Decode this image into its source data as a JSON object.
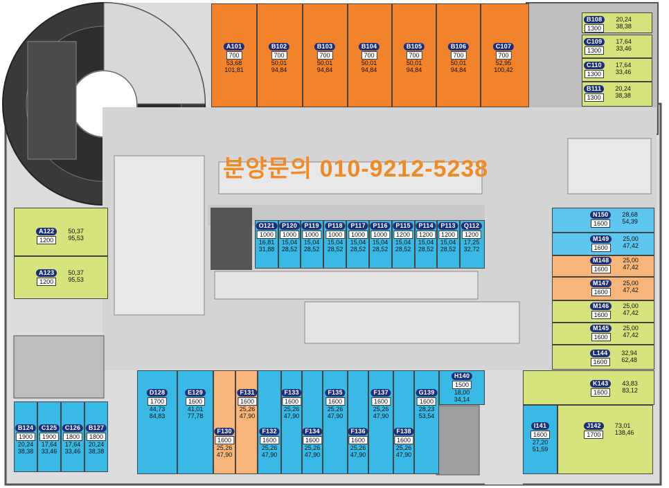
{
  "colors": {
    "orange": "#f3832a",
    "light_orange": "#f8b57a",
    "lime": "#d6e27c",
    "blue": "#39b9e6",
    "light_blue": "#5cc6ee",
    "floor": "#dcdcdc",
    "wall": "#555555",
    "banner": "#f08a24"
  },
  "banner": {
    "text": "분양문의 010-9212-5238"
  },
  "units": [
    {
      "code": "A101",
      "price": "700",
      "area1": "53,68",
      "area2": "101,81",
      "color": "orange"
    },
    {
      "code": "B102",
      "price": "700",
      "area1": "50,01",
      "area2": "94,84",
      "color": "orange"
    },
    {
      "code": "B103",
      "price": "700",
      "area1": "50,01",
      "area2": "94,84",
      "color": "orange"
    },
    {
      "code": "B104",
      "price": "700",
      "area1": "50,01",
      "area2": "94,84",
      "color": "orange"
    },
    {
      "code": "B105",
      "price": "700",
      "area1": "50,01",
      "area2": "94,84",
      "color": "orange"
    },
    {
      "code": "B106",
      "price": "700",
      "area1": "50,01",
      "area2": "94,84",
      "color": "orange"
    },
    {
      "code": "C107",
      "price": "700",
      "area1": "52,95",
      "area2": "100,42",
      "color": "orange"
    },
    {
      "code": "B108",
      "price": "1300",
      "area1": "20,24",
      "area2": "38,38",
      "color": "lime"
    },
    {
      "code": "C109",
      "price": "1300",
      "area1": "17,64",
      "area2": "33,46",
      "color": "lime"
    },
    {
      "code": "C110",
      "price": "1300",
      "area1": "17,64",
      "area2": "33,46",
      "color": "lime"
    },
    {
      "code": "B111",
      "price": "1300",
      "area1": "20,24",
      "area2": "38,38",
      "color": "lime"
    },
    {
      "code": "Q112",
      "price": "1200",
      "area1": "17,25",
      "area2": "32,72",
      "color": "blue"
    },
    {
      "code": "P113",
      "price": "1200",
      "area1": "15,04",
      "area2": "28,52",
      "color": "blue"
    },
    {
      "code": "P114",
      "price": "1200",
      "area1": "15,04",
      "area2": "28,52",
      "color": "blue"
    },
    {
      "code": "P115",
      "price": "1200",
      "area1": "15,04",
      "area2": "28,52",
      "color": "blue"
    },
    {
      "code": "P116",
      "price": "1000",
      "area1": "15,04",
      "area2": "28,52",
      "color": "blue"
    },
    {
      "code": "P117",
      "price": "1000",
      "area1": "15,04",
      "area2": "28,52",
      "color": "blue"
    },
    {
      "code": "P118",
      "price": "1000",
      "area1": "15,04",
      "area2": "28,52",
      "color": "blue"
    },
    {
      "code": "P119",
      "price": "1000",
      "area1": "15,04",
      "area2": "28,52",
      "color": "blue"
    },
    {
      "code": "P120",
      "price": "1000",
      "area1": "15,04",
      "area2": "28,52",
      "color": "blue"
    },
    {
      "code": "O121",
      "price": "1000",
      "area1": "16,81",
      "area2": "31,88",
      "color": "blue"
    },
    {
      "code": "A122",
      "price": "1200",
      "area1": "50,37",
      "area2": "95,53",
      "color": "lime"
    },
    {
      "code": "A123",
      "price": "1200",
      "area1": "50,37",
      "area2": "95,53",
      "color": "lime"
    },
    {
      "code": "B124",
      "price": "1900",
      "area1": "20,24",
      "area2": "38,38",
      "color": "blue"
    },
    {
      "code": "C125",
      "price": "1900",
      "area1": "17,64",
      "area2": "33,46",
      "color": "blue"
    },
    {
      "code": "C126",
      "price": "1800",
      "area1": "17,64",
      "area2": "33,46",
      "color": "blue"
    },
    {
      "code": "B127",
      "price": "1800",
      "area1": "20,24",
      "area2": "38,38",
      "color": "blue"
    },
    {
      "code": "D128",
      "price": "1700",
      "area1": "44,73",
      "area2": "84,83",
      "color": "blue"
    },
    {
      "code": "E129",
      "price": "1600",
      "area1": "41,01",
      "area2": "77,78",
      "color": "blue"
    },
    {
      "code": "F130",
      "price": "1600",
      "area1": "25,26",
      "area2": "47,90",
      "color": "light_orange"
    },
    {
      "code": "F131",
      "price": "1600",
      "area1": "25,26",
      "area2": "47,90",
      "color": "light_orange"
    },
    {
      "code": "F132",
      "price": "1600",
      "area1": "25,26",
      "area2": "47,90",
      "color": "blue"
    },
    {
      "code": "F133",
      "price": "1600",
      "area1": "25,26",
      "area2": "47,90",
      "color": "blue"
    },
    {
      "code": "F134",
      "price": "1600",
      "area1": "25,26",
      "area2": "47,90",
      "color": "blue"
    },
    {
      "code": "F135",
      "price": "1600",
      "area1": "25,26",
      "area2": "47,90",
      "color": "blue"
    },
    {
      "code": "F136",
      "price": "1600",
      "area1": "25,26",
      "area2": "47,90",
      "color": "blue"
    },
    {
      "code": "F137",
      "price": "1600",
      "area1": "25,26",
      "area2": "47,90",
      "color": "blue"
    },
    {
      "code": "F138",
      "price": "1600",
      "area1": "25,26",
      "area2": "47,90",
      "color": "blue"
    },
    {
      "code": "G139",
      "price": "1600",
      "area1": "28,23",
      "area2": "53,54",
      "color": "blue"
    },
    {
      "code": "H140",
      "price": "1500",
      "area1": "18,00",
      "area2": "34,14",
      "color": "blue"
    },
    {
      "code": "I141",
      "price": "1600",
      "area1": "27,20",
      "area2": "51,59",
      "color": "blue"
    },
    {
      "code": "J142",
      "price": "1700",
      "area1": "73,01",
      "area2": "138,46",
      "color": "lime"
    },
    {
      "code": "K143",
      "price": "1600",
      "area1": "43,83",
      "area2": "83,12",
      "color": "lime"
    },
    {
      "code": "L144",
      "price": "1600",
      "area1": "32,94",
      "area2": "62,48",
      "color": "lime"
    },
    {
      "code": "M145",
      "price": "1600",
      "area1": "25,00",
      "area2": "47,42",
      "color": "lime"
    },
    {
      "code": "M146",
      "price": "1600",
      "area1": "25,00",
      "area2": "47,42",
      "color": "lime"
    },
    {
      "code": "M147",
      "price": "1600",
      "area1": "25,00",
      "area2": "47,42",
      "color": "light_orange"
    },
    {
      "code": "M148",
      "price": "1600",
      "area1": "25,00",
      "area2": "47,42",
      "color": "light_orange"
    },
    {
      "code": "M149",
      "price": "1600",
      "area1": "25,00",
      "area2": "47,42",
      "color": "light_blue"
    },
    {
      "code": "N150",
      "price": "1600",
      "area1": "28,68",
      "area2": "54,39",
      "color": "light_blue"
    }
  ]
}
